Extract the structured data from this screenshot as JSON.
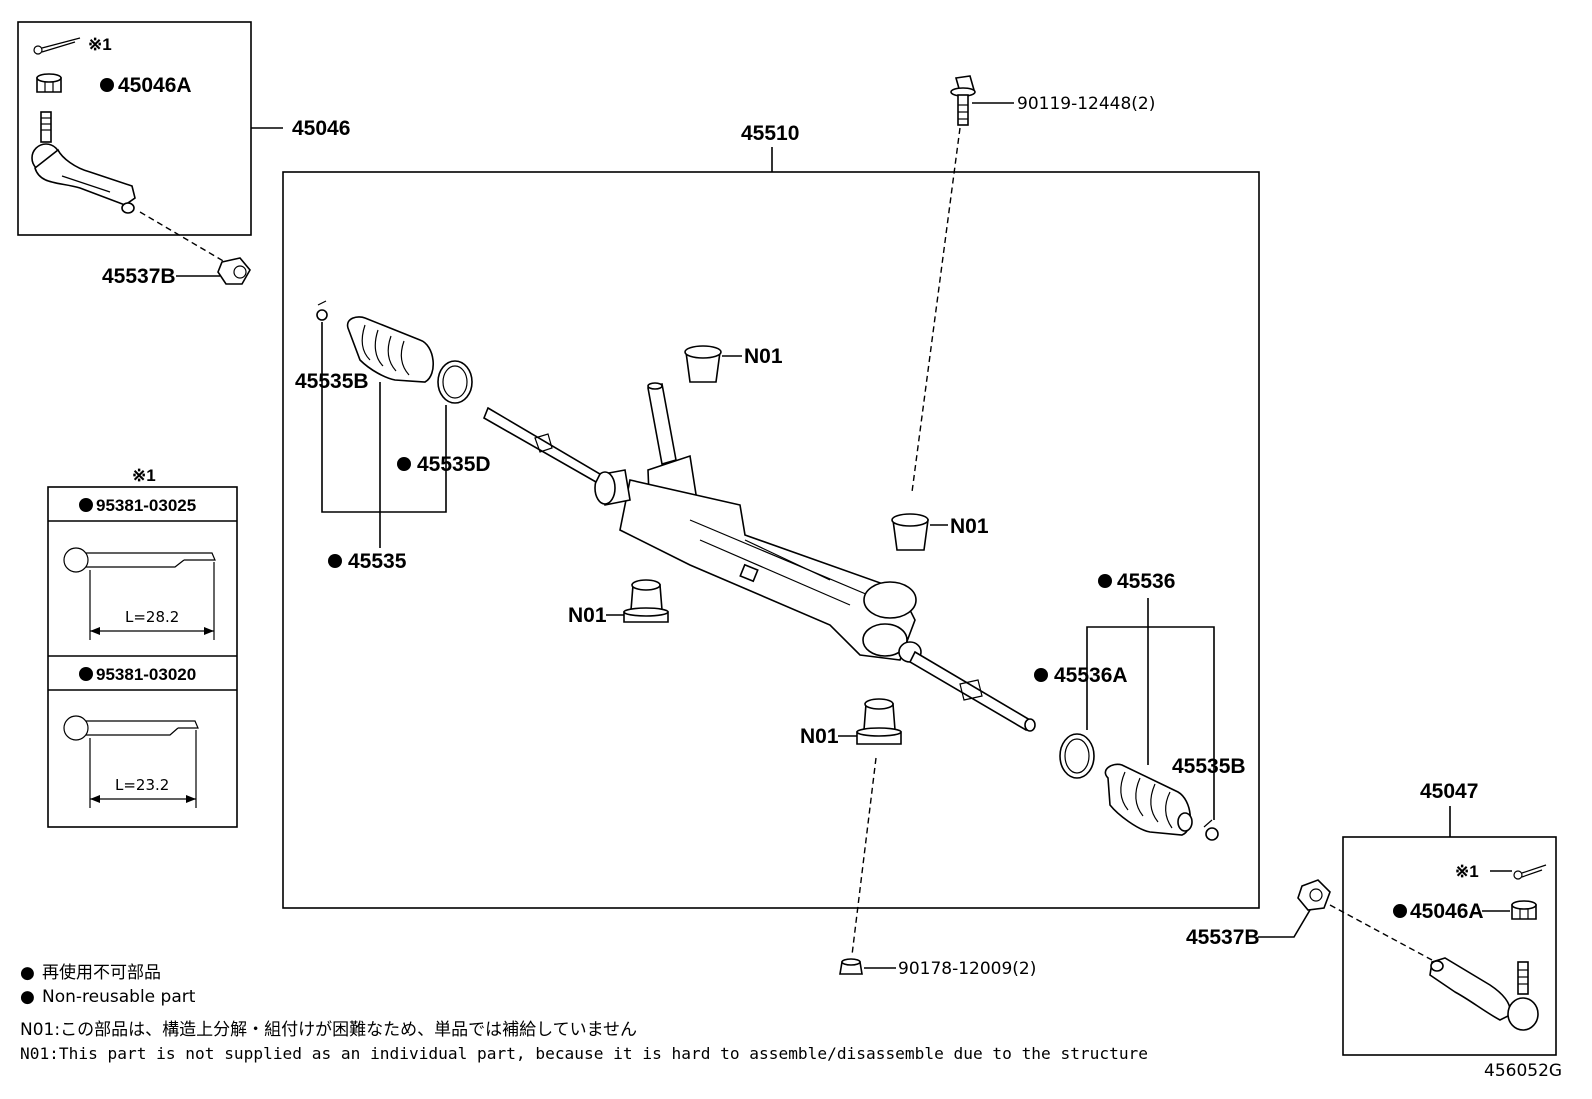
{
  "parts": {
    "tie_rod_end_lh": "45046",
    "tie_rod_nut": "45046A",
    "rack_assembly": "45510",
    "bolt": "90119-12448(2)",
    "nut": "90178-12009(2)",
    "boot_clamp_b": "45535B",
    "boot_clamp_d": "45535D",
    "boot_lh": "45535",
    "boot_rh": "45536",
    "boot_clamp_a": "45536A",
    "tie_rod_end_rh": "45047",
    "lock_nut": "45537B",
    "n01": "N01"
  },
  "cotter_pin_table": {
    "ref": "※1",
    "pins": [
      {
        "part": "95381-03025",
        "length": "L=28.2"
      },
      {
        "part": "95381-03020",
        "length": "L=23.2"
      }
    ]
  },
  "legend": {
    "symbol": "●",
    "jp": "再使用不可部品",
    "en": "Non-reusable part"
  },
  "notes": {
    "jp": "N01:この部品は、構造上分解・組付けが困難なため、単品では補給していません",
    "en": "N01:This part is not supplied as an individual part, because it is hard to assemble/disassemble due to the structure"
  },
  "figure_code": "456052G"
}
